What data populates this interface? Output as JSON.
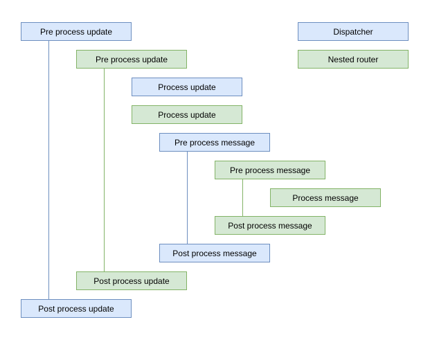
{
  "diagram": {
    "colors": {
      "blue_fill": "#dae8fc",
      "blue_border": "#6c8ebf",
      "green_fill": "#d5e8d4",
      "green_border": "#82b366"
    },
    "boxes": [
      {
        "label": "Pre process update",
        "color": "blue"
      },
      {
        "label": "Dispatcher",
        "color": "blue"
      },
      {
        "label": "Pre process update",
        "color": "green"
      },
      {
        "label": "Nested router",
        "color": "green"
      },
      {
        "label": "Process update",
        "color": "blue"
      },
      {
        "label": "Process update",
        "color": "green"
      },
      {
        "label": "Pre process message",
        "color": "blue"
      },
      {
        "label": "Pre process message",
        "color": "green"
      },
      {
        "label": "Process message",
        "color": "green"
      },
      {
        "label": "Post process message",
        "color": "green"
      },
      {
        "label": "Post process message",
        "color": "blue"
      },
      {
        "label": "Post process update",
        "color": "green"
      },
      {
        "label": "Post process update",
        "color": "blue"
      }
    ],
    "connectors": [
      {
        "name": "update-dispatcher-lifeline",
        "color": "blue"
      },
      {
        "name": "update-router-lifeline",
        "color": "green"
      },
      {
        "name": "message-dispatcher-lifeline",
        "color": "blue"
      },
      {
        "name": "message-router-lifeline",
        "color": "green"
      }
    ]
  }
}
